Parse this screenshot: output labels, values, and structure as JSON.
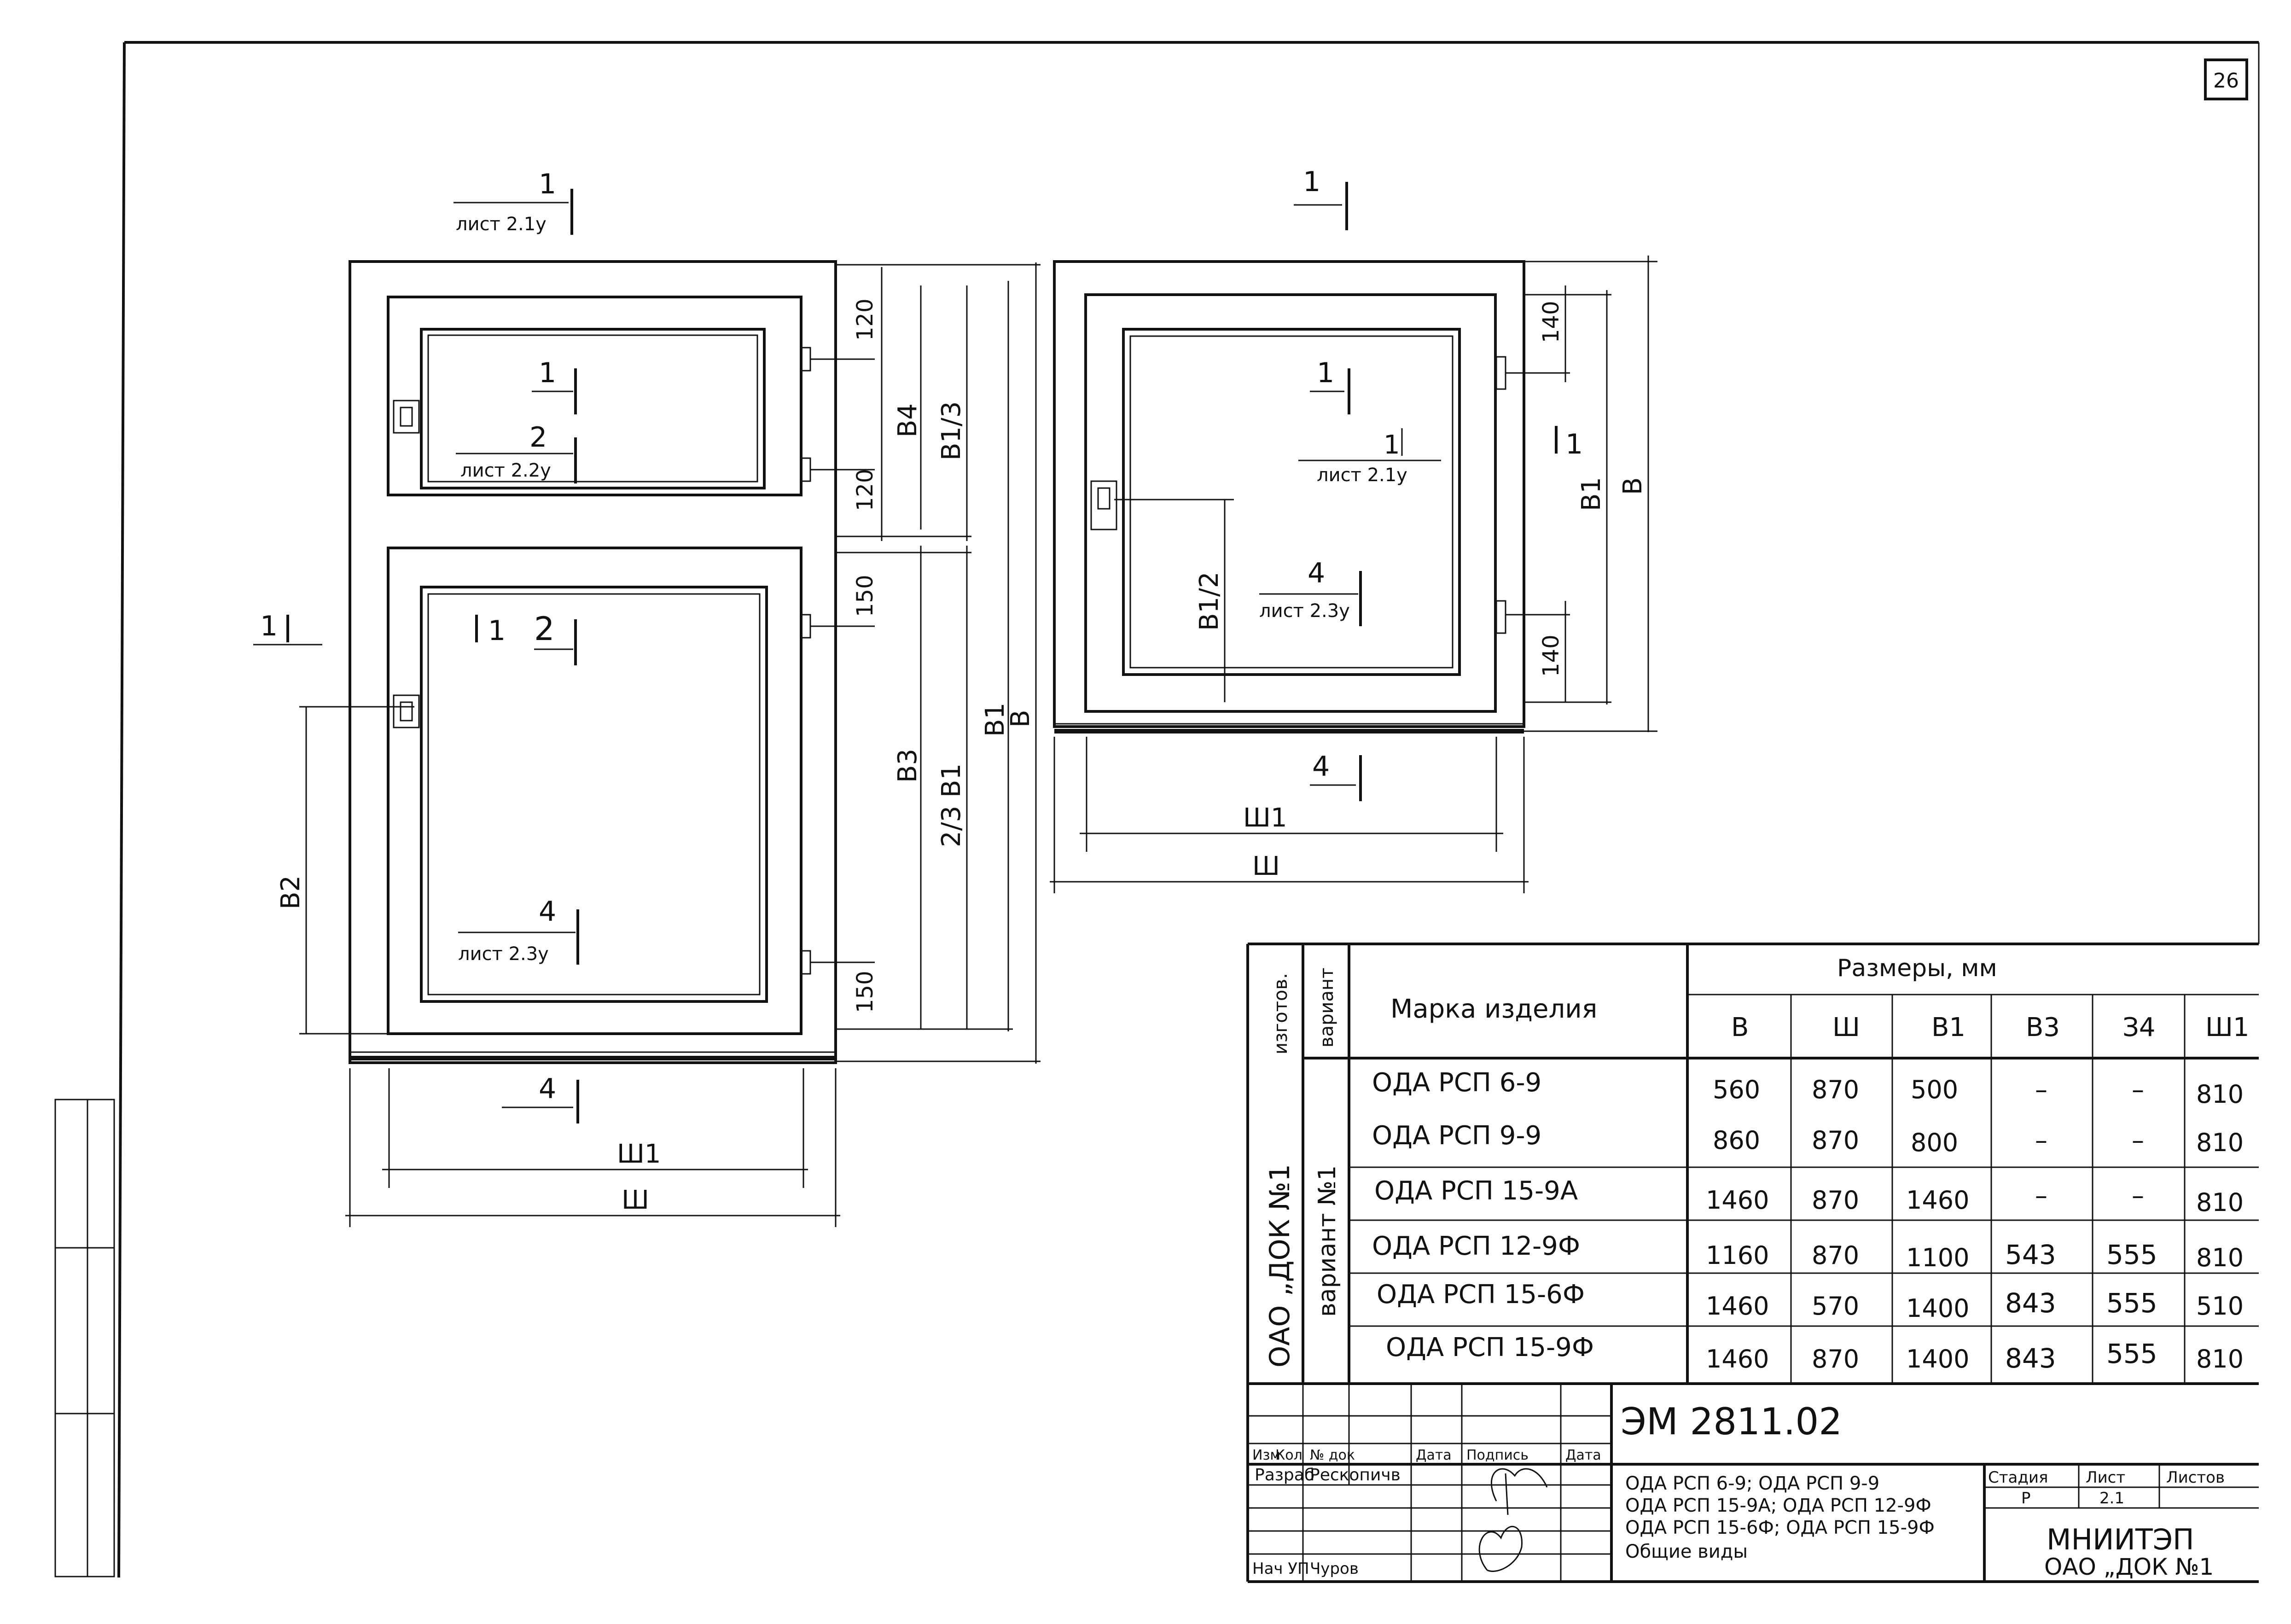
{
  "sheet_number": "26",
  "views": {
    "left": {
      "section_top": {
        "number": "1",
        "ref": "лист 2.1у"
      },
      "upper_sash": {
        "mark_1": "1",
        "mark_2": "2",
        "mark_2_ref": "лист 2.2у"
      },
      "lower_sash": {
        "mark_1": "1",
        "mark_2": "2",
        "mark_4": "4",
        "mark_4_ref": "лист 2.3у"
      },
      "side_mark": "1",
      "bottom_mark": "4",
      "dims": {
        "d120_top": "120",
        "d120_mid": "120",
        "b4": "В4",
        "b1_3": "В1/3",
        "d150_top": "150",
        "d150_bot": "150",
        "b3": "В3",
        "b2_3": "2/3 В1",
        "b1": "В1",
        "b": "В",
        "b2": "В2",
        "w1": "Ш1",
        "w": "Ш"
      }
    },
    "right": {
      "section_top": "1",
      "mark_1": "1",
      "mark_1_alt": "1",
      "mark_1_ref": "лист 2.1у",
      "mark_4": "4",
      "mark_4_ref": "лист 2.3у",
      "side_mark": "1",
      "bottom_mark": "4",
      "dims": {
        "d140_top": "140",
        "d140_bot": "140",
        "b1_2": "В1/2",
        "b1": "В1",
        "b": "В",
        "w1": "Ш1",
        "w": "Ш"
      }
    }
  },
  "spec_table": {
    "col_manufacturer": "изготов.",
    "col_variant": "вариант",
    "col_mark": "Марка изделия",
    "col_sizes": "Размеры, мм",
    "size_headers": [
      "В",
      "Ш",
      "В1",
      "В3",
      "З4",
      "Ш1"
    ],
    "manufacturer": "ОАО „ДОК №1",
    "variant": "вариант №1",
    "rows": [
      {
        "mark": "ОДА РСП 6-9",
        "values": [
          "560",
          "870",
          "500",
          "–",
          "–",
          "810"
        ]
      },
      {
        "mark": "ОДА РСП 9-9",
        "values": [
          "860",
          "870",
          "800",
          "–",
          "–",
          "810"
        ]
      },
      {
        "mark": "ОДА РСП 15-9А",
        "values": [
          "1460",
          "870",
          "1460",
          "–",
          "–",
          "810"
        ]
      },
      {
        "mark": "ОДА РСП 12-9Ф",
        "values": [
          "1160",
          "870",
          "1100",
          "543",
          "555",
          "810"
        ]
      },
      {
        "mark": "ОДА РСП 15-6Ф",
        "values": [
          "1460",
          "570",
          "1400",
          "843",
          "555",
          "510"
        ]
      },
      {
        "mark": "ОДА РСП 15-9Ф",
        "values": [
          "1460",
          "870",
          "1400",
          "843",
          "555",
          "810"
        ]
      }
    ]
  },
  "title_block": {
    "doc_code": "ЭМ 2811.02",
    "rev_headers": [
      "Изм",
      "Кол",
      "№ док",
      "Дата",
      "Подпись",
      "Дата"
    ],
    "role_1": "Разраб",
    "name_1": "Рескопичв",
    "role_2": "Нач УП",
    "name_2": "Чуров",
    "desc_lines": [
      "ОДА РСП 6-9; ОДА РСП 9-9",
      "ОДА РСП 15-9А; ОДА РСП 12-9Ф",
      "ОДА РСП 15-6Ф; ОДА РСП 15-9Ф",
      "Общие виды"
    ],
    "stage_label": "Стадия",
    "sheet_label": "Лист",
    "sheets_label": "Листов",
    "stage_value": "Р",
    "sheet_value": "2.1",
    "org_line1": "МНИИТЭП",
    "org_line2": "ОАО „ДОК №1"
  }
}
